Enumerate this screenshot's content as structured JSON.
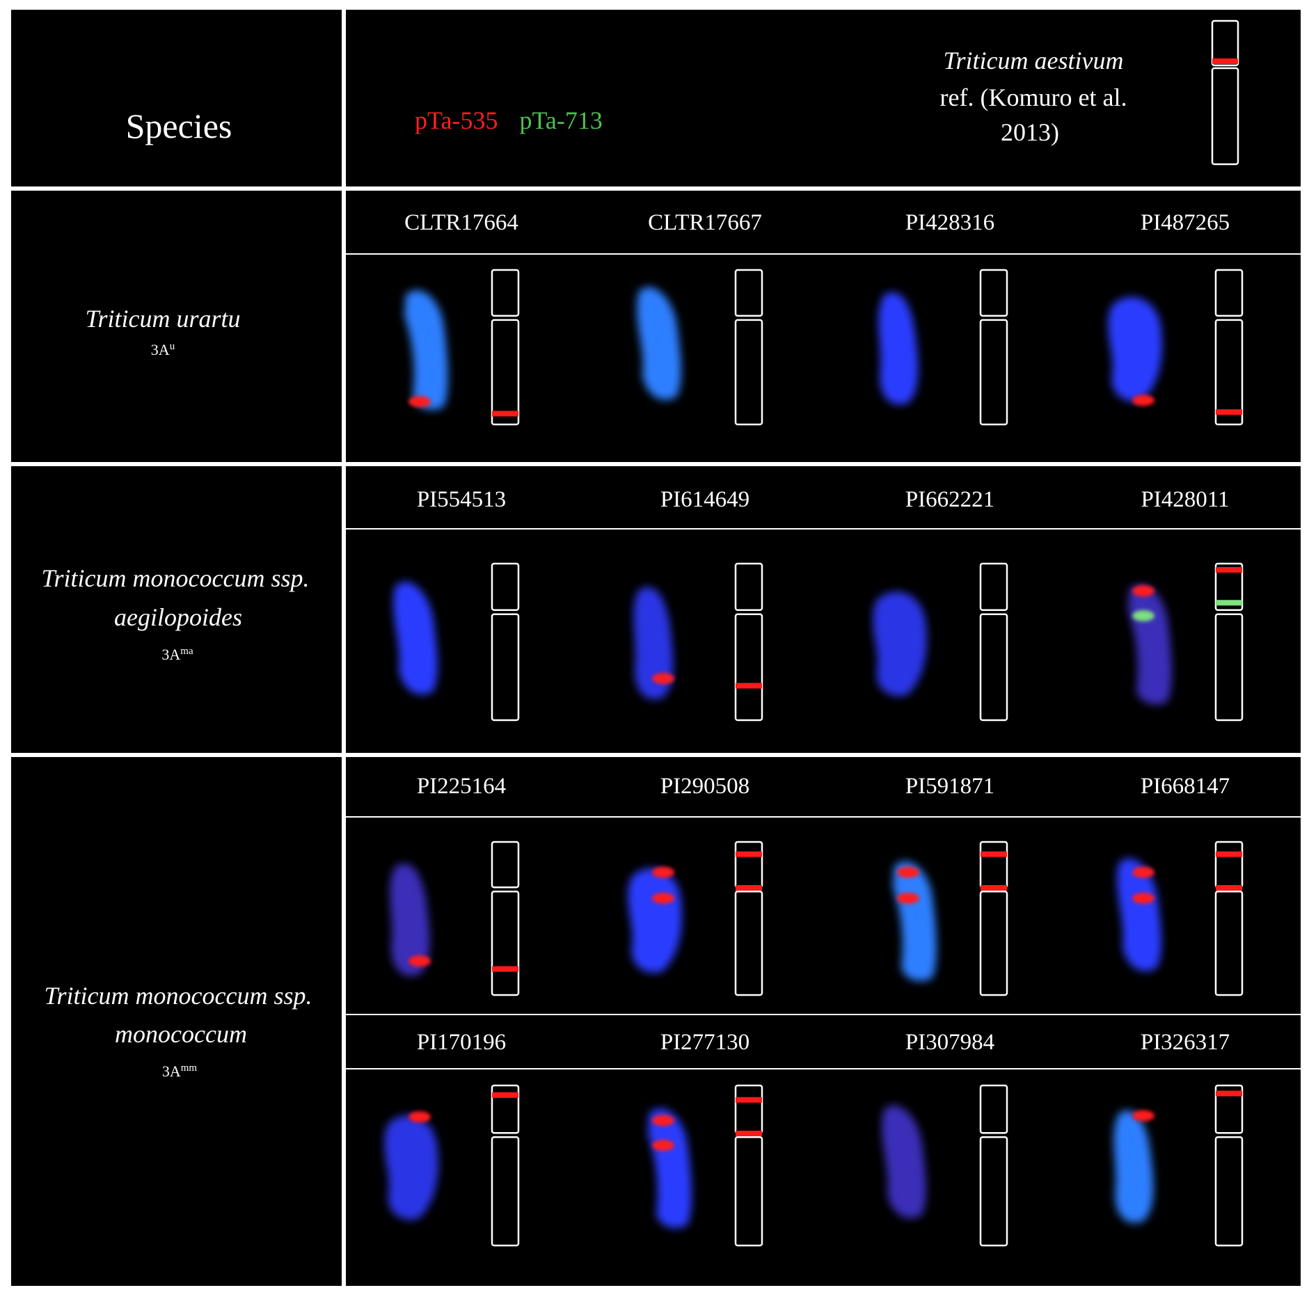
{
  "header": {
    "species_label": "Species",
    "probe_red": "pTa-535",
    "probe_green": "pTa-713",
    "reference": {
      "species": "Triticum aestivum",
      "citation_line1": "ref. (Komuro et al.",
      "citation_line2": "2013)"
    }
  },
  "colors": {
    "background": "#000000",
    "grid": "#ffffff",
    "signal_red": "#ff1a1a",
    "signal_green": "#7fe07f",
    "dapi_blue": "#2a3cff",
    "dapi_light": "#2f7fff"
  },
  "groups": [
    {
      "species": "Triticum urartu",
      "genome_base": "3A",
      "genome_sup": "u",
      "rows": [
        [
          {
            "accession": "CLTR17664",
            "stain": "light",
            "signals": [
              {
                "color": "red",
                "pos": 0.93
              }
            ]
          },
          {
            "accession": "CLTR17667",
            "stain": "light",
            "signals": []
          },
          {
            "accession": "PI428316",
            "stain": "blue",
            "signals": []
          },
          {
            "accession": "PI487265",
            "stain": "blue",
            "signals": [
              {
                "color": "red",
                "pos": 0.92
              }
            ]
          }
        ]
      ]
    },
    {
      "species_line1": "Triticum monococcum ssp.",
      "species_line2": "aegilopoides",
      "genome_base": "3A",
      "genome_sup": "ma",
      "rows": [
        [
          {
            "accession": "PI554513",
            "stain": "blue",
            "signals": []
          },
          {
            "accession": "PI614649",
            "stain": "speckled",
            "signals": [
              {
                "color": "red",
                "pos": 0.78
              }
            ]
          },
          {
            "accession": "PI662221",
            "stain": "speckled",
            "signals": []
          },
          {
            "accession": "PI428011",
            "stain": "purple",
            "signals": [
              {
                "color": "red",
                "pos": 0.04
              },
              {
                "color": "green",
                "pos": 0.25
              }
            ]
          }
        ]
      ]
    },
    {
      "species_line1": "Triticum monococcum ssp.",
      "species_line2": "monococcum",
      "genome_base": "3A",
      "genome_sup": "mm",
      "rows": [
        [
          {
            "accession": "PI225164",
            "stain": "purple",
            "signals": [
              {
                "color": "red",
                "pos": 0.83
              }
            ]
          },
          {
            "accession": "PI290508",
            "stain": "blue",
            "signals": [
              {
                "color": "red",
                "pos": 0.08
              },
              {
                "color": "red",
                "pos": 0.3
              }
            ]
          },
          {
            "accession": "PI591871",
            "stain": "light",
            "signals": [
              {
                "color": "red",
                "pos": 0.08
              },
              {
                "color": "red",
                "pos": 0.3
              }
            ]
          },
          {
            "accession": "PI668147",
            "stain": "blue",
            "signals": [
              {
                "color": "red",
                "pos": 0.08
              },
              {
                "color": "red",
                "pos": 0.3
              }
            ]
          }
        ],
        [
          {
            "accession": "PI170196",
            "stain": "speckled",
            "signals": [
              {
                "color": "red",
                "pos": 0.06
              }
            ]
          },
          {
            "accession": "PI277130",
            "stain": "blue",
            "signals": [
              {
                "color": "red",
                "pos": 0.09
              },
              {
                "color": "red",
                "pos": 0.3
              }
            ]
          },
          {
            "accession": "PI307984",
            "stain": "purple",
            "signals": []
          },
          {
            "accession": "PI326317",
            "stain": "light",
            "signals": [
              {
                "color": "red",
                "pos": 0.05
              }
            ]
          }
        ]
      ]
    }
  ]
}
